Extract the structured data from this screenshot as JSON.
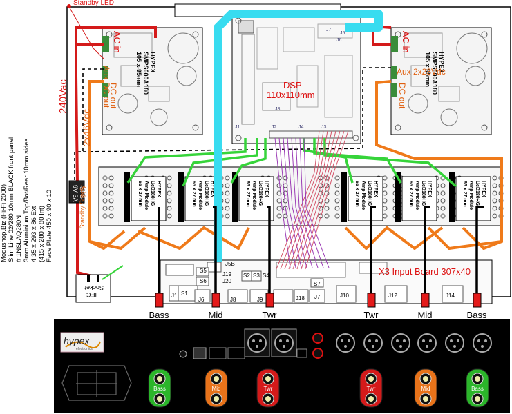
{
  "labels": {
    "standby_led": "Standby LED",
    "ac_in": "AC in",
    "aux_dc_out": "Aux DC out",
    "aux_2x23": "Aux 2x23Vdc",
    "dc_out": "DC out",
    "smps_line1": "HYPEX",
    "smps_line2": "SMPS600A180",
    "smps_line3": "105 x 95mm",
    "dsp_title": "DSP",
    "dsp_size": "110x110mm",
    "v240": "240Vac",
    "v2x46": "2x46Vdc",
    "standby_supply": "Standby Supply",
    "sps_line1": "9V 3A",
    "sps_line2": "SPS",
    "amp_line1": "HYPEX",
    "amp_line2": "UcD180HG",
    "amp_line3": "Amp Module",
    "amp_line4": "65 x 27 mm",
    "input_board": "X3 Input Board 307x40",
    "iec_line1": "IEC",
    "iec_line2": "Socket",
    "hypex_logo": "hypex",
    "hypex_sub": "electronics"
  },
  "notes": [
    "Modushop.Biz (Hi-Fi 2000)",
    "Slim Line 02/280 10mm BLACK front panel",
    "# 1NSLAQ280N",
    "3mm Aluminium Top/Bot/Rear 10mm sides",
    "4 35 x 293 x 86 Ext",
    "(415 x 280 x 80 Int)",
    "Face Plate 450 x 90 x 10"
  ],
  "dsp_connectors": [
    "J1",
    "J2",
    "J3",
    "J4",
    "J5",
    "J6",
    "J7",
    "J8"
  ],
  "input_connectors": [
    "J1",
    "S1",
    "S2",
    "S3",
    "S4",
    "S5",
    "S6",
    "S7",
    "J5B",
    "J6",
    "J7",
    "J8",
    "J9",
    "J10",
    "J12",
    "J14",
    "J18",
    "J19",
    "J20"
  ],
  "outputs": [
    "Bass",
    "Mid",
    "Twr",
    "Twr",
    "Mid",
    "Bass"
  ],
  "binding_posts": [
    "Bass",
    "Mid",
    "Twr",
    "Twr",
    "Mid",
    "Bass"
  ]
}
